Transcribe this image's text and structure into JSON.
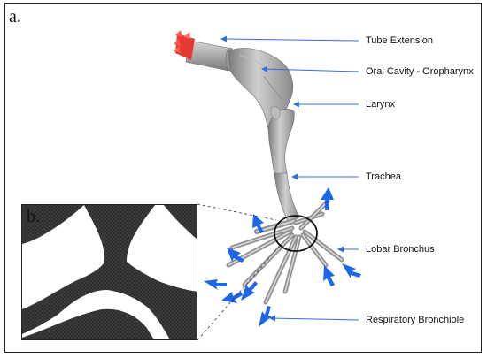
{
  "panel_labels": {
    "a": "a.",
    "b": "b."
  },
  "labels": [
    {
      "key": "tube",
      "text": "Tube Extension"
    },
    {
      "key": "oral",
      "text": "Oral Cavity - Oropharynx"
    },
    {
      "key": "larynx",
      "text": "Larynx"
    },
    {
      "key": "trachea",
      "text": "Trachea"
    },
    {
      "key": "lobar",
      "text": "Lobar Bronchus"
    },
    {
      "key": "resp",
      "text": "Respiratory Bronchiole"
    }
  ],
  "colors": {
    "airway": "#9a9a9a",
    "inlet": "#e53935",
    "outlet": "#1e66e8",
    "arrow": "#2f6fd6",
    "mesh": "#2a2a2a"
  }
}
